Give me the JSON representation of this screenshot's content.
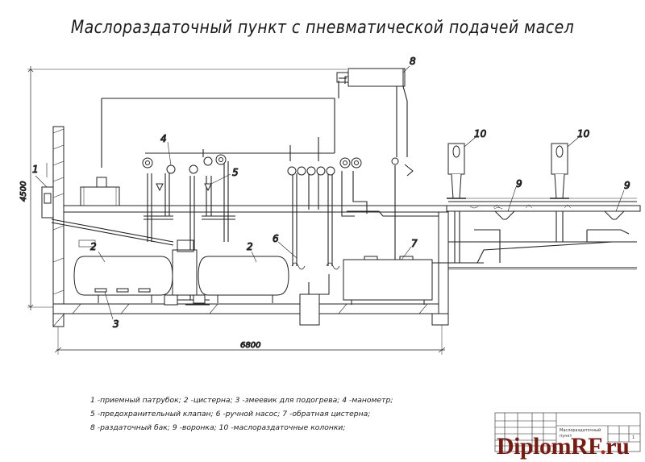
{
  "drawing": {
    "title": "Маслораздаточный пункт с пневматической подачей масел",
    "dims": {
      "height": "4500",
      "width": "6800"
    },
    "callouts": [
      "1",
      "2",
      "2",
      "3",
      "4",
      "5",
      "6",
      "7",
      "8",
      "9",
      "9",
      "10",
      "10"
    ],
    "legend": [
      "1 -приемный патрубок; 2 -цистерна; 3 -змеевик для подогрева; 4 -манометр;",
      "5 -предохранительный клапан; 6 -ручной насос; 7 -обратная цистерна;",
      "8 -раздаточный бак; 9 -воронка; 10 -маслораздаточные колонки;"
    ],
    "stamp": {
      "line1": "Маслораздаточный",
      "line2": "пункт",
      "sheet": "1"
    }
  },
  "watermark": {
    "brand": "DiplomRF",
    "dot": ".",
    "tld": "ru"
  }
}
